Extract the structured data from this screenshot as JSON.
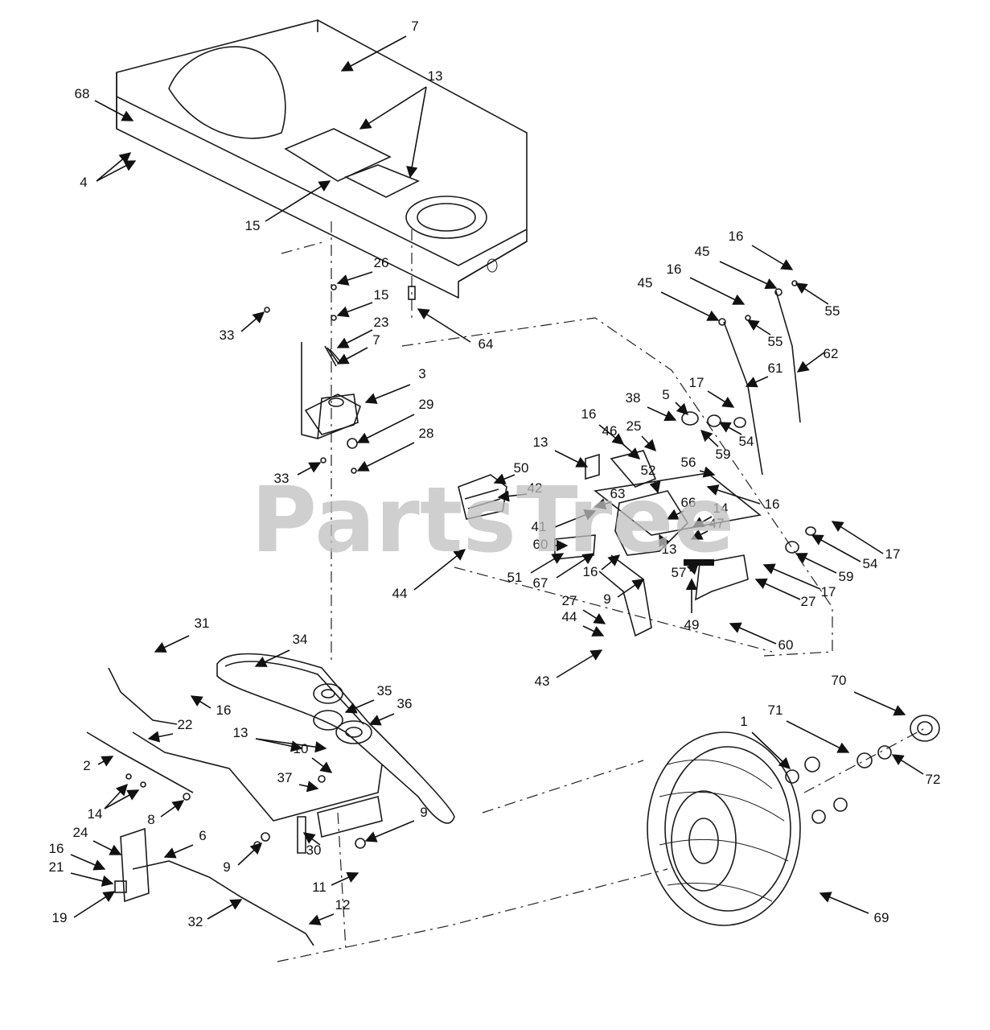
{
  "watermark": "PartsTree",
  "icons": {
    "arrowhead": "leader-arrow-icon"
  },
  "callouts": [
    "1",
    "2",
    "3",
    "4",
    "5",
    "6",
    "7",
    "8",
    "9",
    "10",
    "11",
    "12",
    "13",
    "14",
    "15",
    "16",
    "17",
    "19",
    "21",
    "22",
    "23",
    "24",
    "25",
    "26",
    "27",
    "28",
    "29",
    "30",
    "31",
    "32",
    "33",
    "34",
    "35",
    "36",
    "37",
    "38",
    "41",
    "42",
    "43",
    "44",
    "45",
    "46",
    "47",
    "49",
    "50",
    "51",
    "52",
    "54",
    "55",
    "56",
    "57",
    "59",
    "60",
    "61",
    "62",
    "63",
    "64",
    "66",
    "67",
    "68",
    "69",
    "70",
    "71",
    "72"
  ]
}
